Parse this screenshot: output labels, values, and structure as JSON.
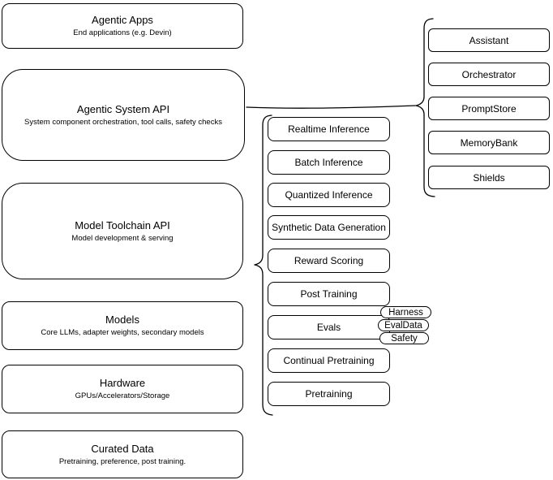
{
  "diagram": {
    "colors": {
      "background": "#ffffff",
      "stroke": "#000000"
    },
    "left_column": {
      "boxes": [
        {
          "title": "Agentic Apps",
          "subtitle": "End applications (e.g. Devin)"
        },
        {
          "title": "Agentic System API",
          "subtitle": "System component orchestration, tool calls, safety checks"
        },
        {
          "title": "Model Toolchain API",
          "subtitle": "Model development & serving"
        },
        {
          "title": "Models",
          "subtitle": "Core LLMs, adapter weights, secondary models"
        },
        {
          "title": "Hardware",
          "subtitle": "GPUs/Accelerators/Storage"
        },
        {
          "title": "Curated Data",
          "subtitle": "Pretraining, preference, post training."
        }
      ]
    },
    "toolchain_column": {
      "items": [
        "Realtime Inference",
        "Batch Inference",
        "Quantized Inference",
        "Synthetic Data Generation",
        "Reward Scoring",
        "Post Training",
        "Evals",
        "Continual Pretraining",
        "Pretraining"
      ]
    },
    "evals_badges": [
      "Harness",
      "EvalData",
      "Safety"
    ],
    "system_column": {
      "items": [
        "Assistant",
        "Orchestrator",
        "PromptStore",
        "MemoryBank",
        "Shields"
      ]
    }
  }
}
